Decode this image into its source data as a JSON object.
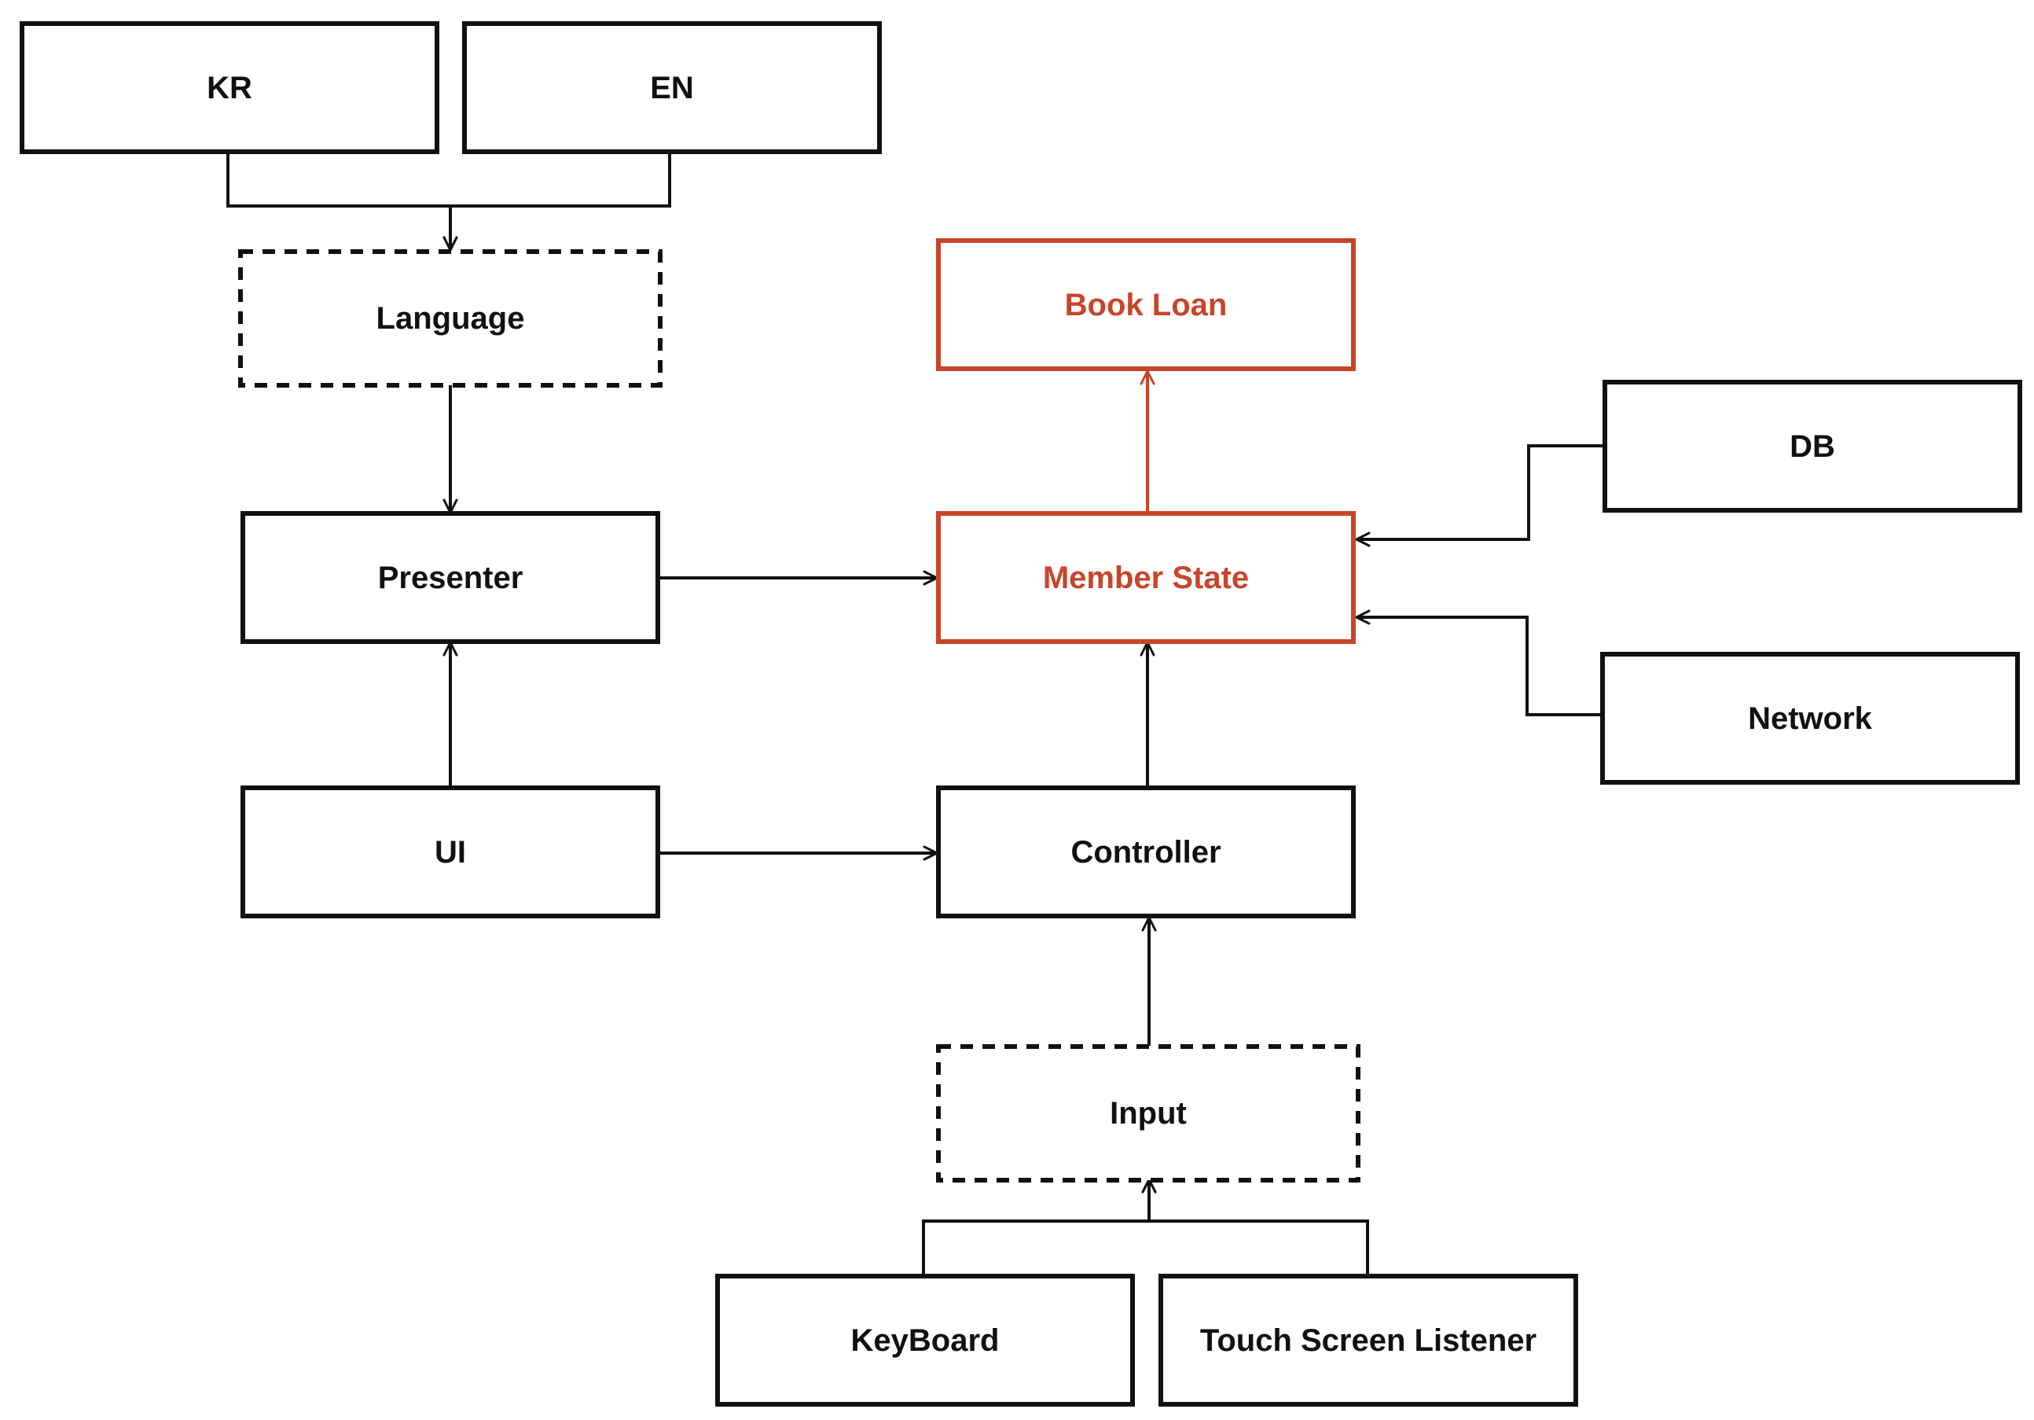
{
  "colors": {
    "default": "#111111",
    "highlight": "#c8452a",
    "background": "#ffffff"
  },
  "nodes": {
    "kr": {
      "label": "KR",
      "style": "solid",
      "highlight": false
    },
    "en": {
      "label": "EN",
      "style": "solid",
      "highlight": false
    },
    "language": {
      "label": "Language",
      "style": "dashed",
      "highlight": false
    },
    "presenter": {
      "label": "Presenter",
      "style": "solid",
      "highlight": false
    },
    "ui": {
      "label": "UI",
      "style": "solid",
      "highlight": false
    },
    "book_loan": {
      "label": "Book Loan",
      "style": "solid",
      "highlight": true
    },
    "member_state": {
      "label": "Member State",
      "style": "solid",
      "highlight": true
    },
    "controller": {
      "label": "Controller",
      "style": "solid",
      "highlight": false
    },
    "input": {
      "label": "Input",
      "style": "dashed",
      "highlight": false
    },
    "keyboard": {
      "label": "KeyBoard",
      "style": "solid",
      "highlight": false
    },
    "touch_screen_listener": {
      "label": "Touch Screen Listener",
      "style": "solid",
      "highlight": false
    },
    "db": {
      "label": "DB",
      "style": "solid",
      "highlight": false
    },
    "network": {
      "label": "Network",
      "style": "solid",
      "highlight": false
    }
  },
  "edges": [
    {
      "from": "kr",
      "to": "language"
    },
    {
      "from": "en",
      "to": "language"
    },
    {
      "from": "language",
      "to": "presenter"
    },
    {
      "from": "ui",
      "to": "presenter"
    },
    {
      "from": "presenter",
      "to": "member_state"
    },
    {
      "from": "ui",
      "to": "controller"
    },
    {
      "from": "controller",
      "to": "member_state"
    },
    {
      "from": "member_state",
      "to": "book_loan",
      "highlight": true
    },
    {
      "from": "db",
      "to": "member_state"
    },
    {
      "from": "network",
      "to": "member_state"
    },
    {
      "from": "input",
      "to": "controller"
    },
    {
      "from": "keyboard",
      "to": "input"
    },
    {
      "from": "touch_screen_listener",
      "to": "input"
    }
  ]
}
